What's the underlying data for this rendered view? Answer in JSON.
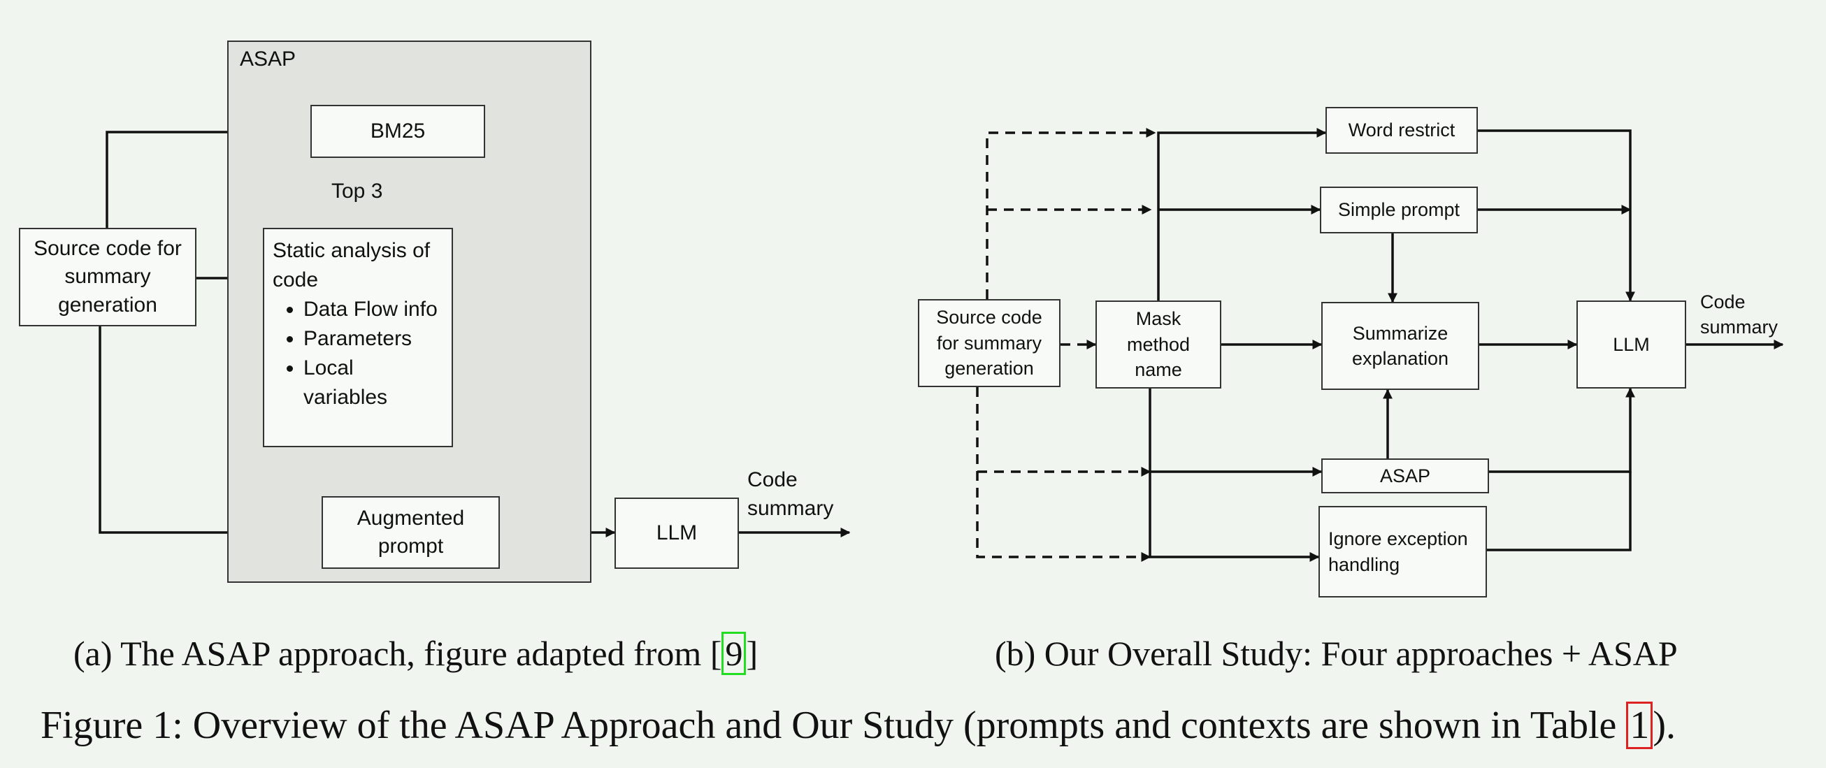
{
  "left": {
    "panel_label": "ASAP",
    "source": "Source code for summary generation",
    "bm25": "BM25",
    "top3": "Top 3",
    "static_title": "Static analysis of code",
    "static_items": [
      "Data Flow info",
      "Parameters",
      "Local variables"
    ],
    "augmented": "Augmented prompt",
    "llm": "LLM",
    "output": "Code summary"
  },
  "right": {
    "source": "Source code for summary generation",
    "mask": "Mask method name",
    "word_restrict": "Word restrict",
    "simple_prompt": "Simple prompt",
    "summarize": "Summarize explanation",
    "asap": "ASAP",
    "ignore": "Ignore exception handling",
    "llm": "LLM",
    "output": "Code summary"
  },
  "captions": {
    "a_prefix": "(a) The ASAP approach, figure adapted from  [",
    "a_ref": "9",
    "a_suffix": "]",
    "b": "(b) Our Overall Study: Four approaches + ASAP",
    "main_prefix": "Figure 1: Overview of the ASAP Approach and Our Study (prompts and contexts are shown in Table ",
    "main_ref": "1",
    "main_suffix": ")."
  }
}
